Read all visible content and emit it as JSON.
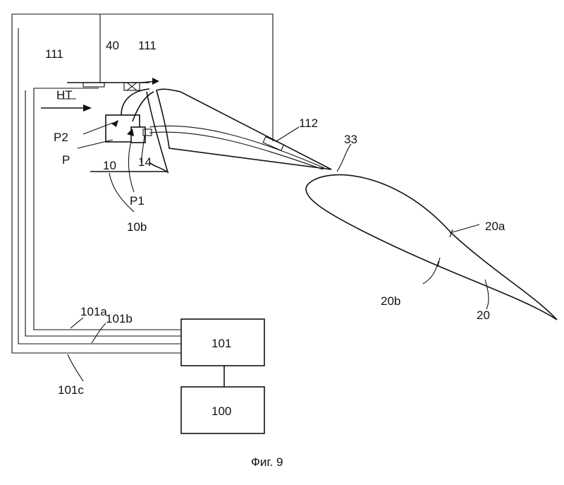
{
  "labels": {
    "ref_111_left": "111",
    "ref_40": "40",
    "ref_111_right": "111",
    "ref_HT": "HT",
    "ref_112": "112",
    "ref_33": "33",
    "ref_P2": "P2",
    "ref_P": "P",
    "ref_14": "14",
    "ref_10": "10",
    "ref_P1": "P1",
    "ref_10b": "10b",
    "ref_20a": "20a",
    "ref_20b": "20b",
    "ref_20": "20",
    "ref_101a": "101a",
    "ref_101b": "101b",
    "ref_101c": "101c"
  },
  "boxes": {
    "box_101": "101",
    "box_100": "100"
  },
  "caption": "Фиг. 9"
}
